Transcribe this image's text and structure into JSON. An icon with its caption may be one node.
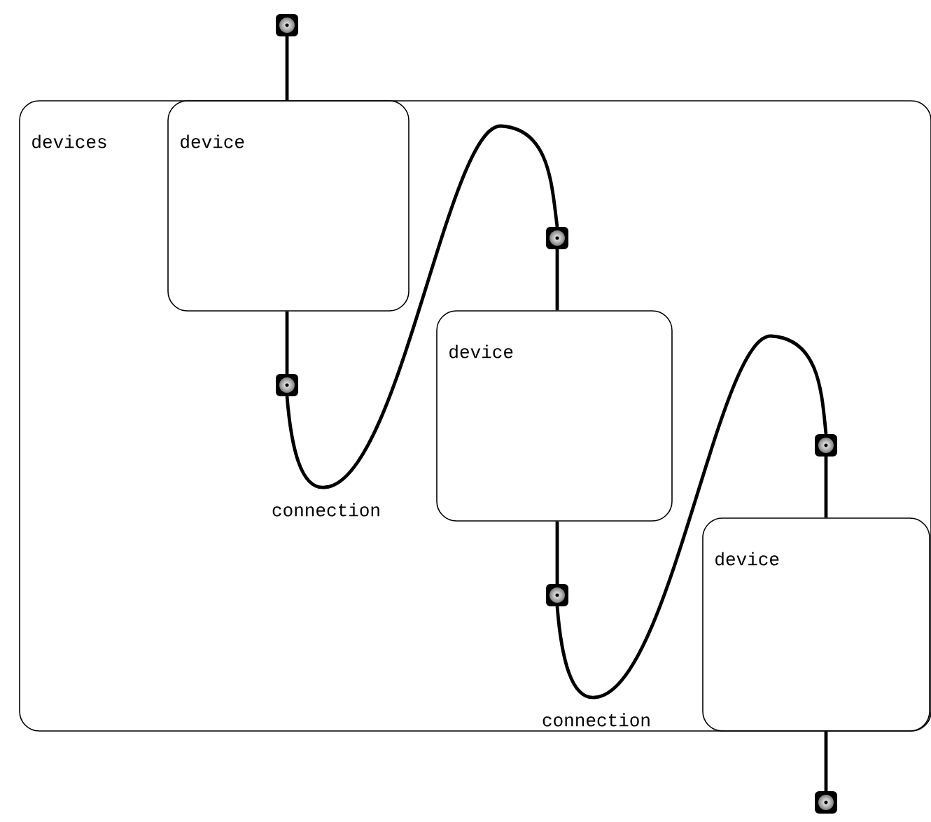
{
  "diagram": {
    "nodes": [
      {
        "text": [
          "devices"
        ]
      },
      {
        "text": [
          "device"
        ],
        "in": 0
      },
      {
        "text": [
          "device"
        ],
        "in": 0
      },
      {
        "text": [
          "device"
        ],
        "in": 0
      },
      {
        "text": [],
        "shape": "box"
      },
      {
        "text": [],
        "shape": "box",
        "in": 0
      },
      {
        "text": [],
        "shape": "box",
        "in": 0
      },
      {
        "text": [],
        "shape": "box",
        "in": 0
      },
      {
        "text": [],
        "shape": "box",
        "in": 0
      },
      {
        "text": [],
        "shape": "box"
      }
    ],
    "edges": [
      {
        "from": 4,
        "to": 1,
        "arrow": "none"
      },
      {
        "from": 1,
        "to": 5,
        "arrow": "none"
      },
      {
        "from": 5,
        "to": 6,
        "arrow": "none",
        "label": "connection"
      },
      {
        "from": 6,
        "to": 2,
        "arrow": "none"
      },
      {
        "from": 2,
        "to": 7,
        "arrow": "none"
      },
      {
        "from": 7,
        "to": 8,
        "arrow": "none",
        "label": "connection"
      },
      {
        "from": 8,
        "to": 3,
        "arrow": "none"
      },
      {
        "from": 3,
        "to": 9,
        "arrow": "none"
      }
    ]
  }
}
